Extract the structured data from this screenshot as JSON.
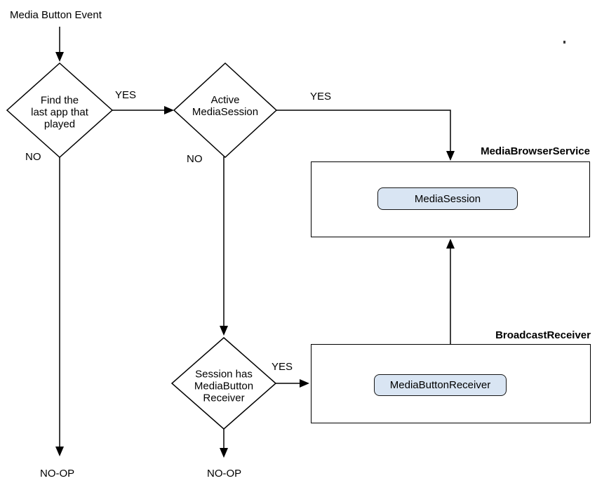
{
  "diagram": {
    "start_event": {
      "label": "Media Button Event"
    },
    "decisions": {
      "find_last_app": {
        "line1": "Find the",
        "line2": "last app that",
        "line3": "played",
        "yes": "YES",
        "no": "NO"
      },
      "active_media_session": {
        "line1": "Active",
        "line2": "MediaSession",
        "yes": "YES",
        "no": "NO"
      },
      "session_has_receiver": {
        "line1": "Session has",
        "line2": "MediaButton",
        "line3": "Receiver",
        "yes": "YES"
      }
    },
    "containers": {
      "media_browser_service": {
        "label": "MediaBrowserService",
        "node": "MediaSession"
      },
      "broadcast_receiver": {
        "label": "BroadcastReceiver",
        "node": "MediaButtonReceiver"
      }
    },
    "terminals": {
      "noop_left": "NO-OP",
      "noop_right": "NO-OP"
    },
    "colors": {
      "node_fill": "#d9e5f3",
      "node_border": "#161616",
      "line": "#000000"
    }
  }
}
